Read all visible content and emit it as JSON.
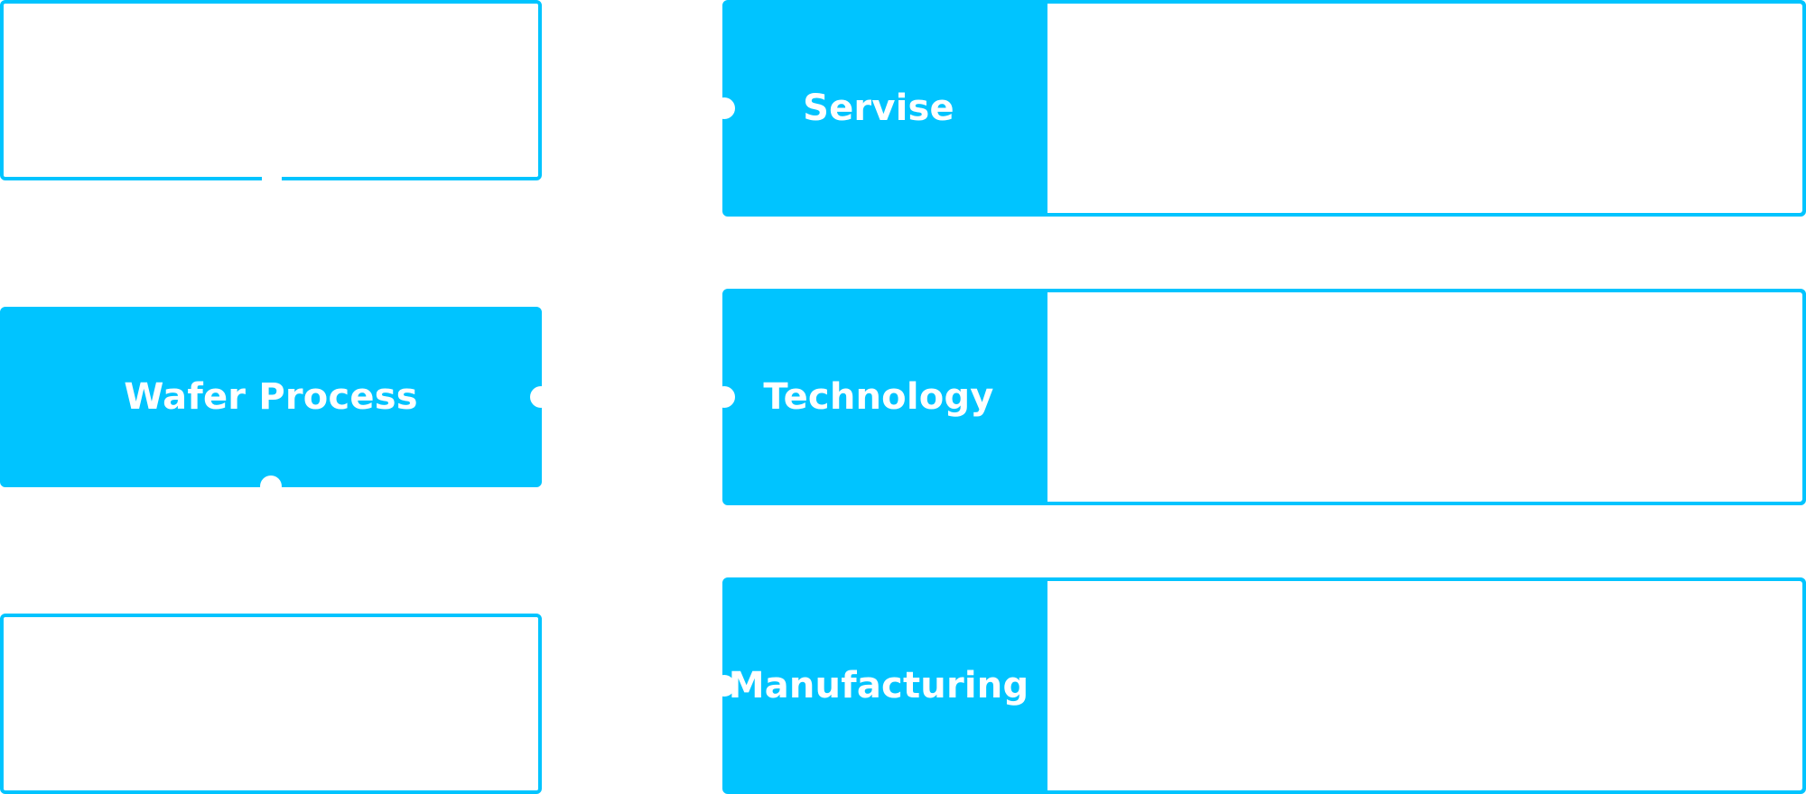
{
  "diagram": {
    "center_node": {
      "label": "Wafer Process"
    },
    "right_nodes": [
      {
        "label": "Servise"
      },
      {
        "label": "Technology"
      },
      {
        "label": "Manufacturing"
      }
    ],
    "colors": {
      "accent": "#00c4ff",
      "background": "#ffffff",
      "text_on_accent": "#ffffff"
    }
  }
}
